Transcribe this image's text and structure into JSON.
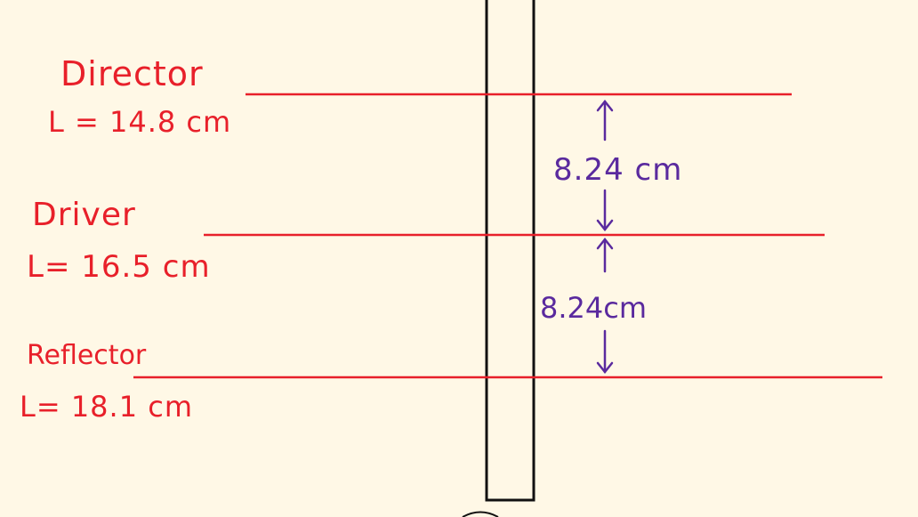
{
  "colors": {
    "background": "#fff8e6",
    "element_red": "#e8202a",
    "spacing_purple": "#5a2a9e",
    "boom_outline": "#111111"
  },
  "elements": {
    "director": {
      "name": "Director",
      "length": "L = 14.8 cm"
    },
    "driver": {
      "name": "Driver",
      "length": "L= 16.5 cm"
    },
    "reflector": {
      "name": "Reflector",
      "length": "L= 18.1 cm"
    }
  },
  "spacings": {
    "director_driver": "8.24 cm",
    "driver_reflector": "8.24cm"
  }
}
